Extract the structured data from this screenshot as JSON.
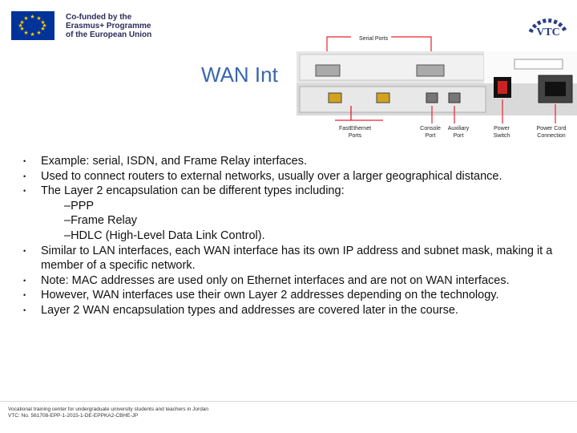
{
  "header": {
    "eu_text": [
      "Co-funded by the",
      "Erasmus+ Programme",
      "of the European Union"
    ],
    "logo_icon": "vtc-gear-logo"
  },
  "slide": {
    "title": "WAN Int"
  },
  "diagram": {
    "labels": {
      "serial_ports": "Serial Ports",
      "fastethernet_1": "FastEthernet",
      "fastethernet_2": "Ports",
      "console_1": "Console",
      "console_2": "Port",
      "auxiliary_1": "Auxiliary",
      "auxiliary_2": "Port",
      "power_switch_1": "Power",
      "power_switch_2": "Switch",
      "power_cord_1": "Power Cord",
      "power_cord_2": "Connection"
    },
    "highlight_color": "#e3262e"
  },
  "content": {
    "bullets": [
      "Example: serial, ISDN, and Frame Relay interfaces.",
      "Used to connect routers to external networks, usually over a larger geographical distance.",
      "The Layer 2 encapsulation can be different types including:"
    ],
    "sub_items": [
      "–PPP",
      "–Frame Relay",
      "–HDLC (High-Level Data Link Control)."
    ],
    "bullets_after": [
      "Similar to LAN interfaces, each WAN interface has its own IP address and subnet mask, making it a member of a specific network.",
      "Note: MAC addresses are used only on Ethernet interfaces and are not on WAN interfaces.",
      "However, WAN interfaces use their own Layer 2 addresses depending on the technology.",
      "Layer 2 WAN encapsulation types and addresses are covered later in the course."
    ]
  },
  "footer": {
    "line1": "Vocational training center for undergraduate university students and teachers in Jordan",
    "line2": "VTC: No. 561708-EPP-1-2015-1-DE-EPPKA2-CBHE-JP"
  }
}
